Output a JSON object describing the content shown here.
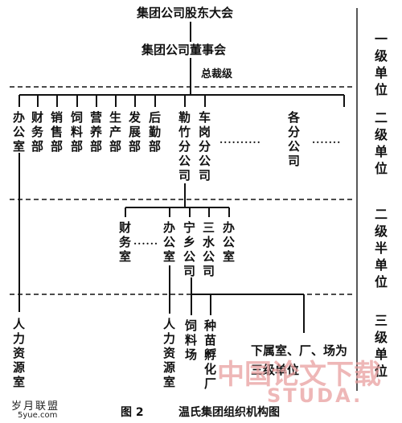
{
  "chart_data": {
    "type": "diagram",
    "title": "温氏集团组织机构图",
    "figure_label": "图 2",
    "levels": [
      "一级单位",
      "二级单位",
      "二级半单位",
      "三级单位"
    ],
    "nodes": {
      "shareholders": "集团公司股东大会",
      "board": "集团公司董事会",
      "president": "总裁级",
      "office": "办公室",
      "finance": "财务部",
      "sales": "销售部",
      "feed": "饲料部",
      "nutrition": "营养部",
      "production": "生产部",
      "development": "发展部",
      "logistics": "后勤部",
      "lezhu": "勒竹分公司",
      "chegang": "车岗分公司",
      "branches": "各分公司",
      "sub_finance": "财务室",
      "sub_office": "办公室",
      "ningxiang": "宁乡公司",
      "sanshui": "三水公司",
      "sub_office2": "办公室",
      "hr1": "人力资源室",
      "hr2": "人力资源室",
      "feedmill": "饲料场",
      "hatchery": "种苗孵化厂",
      "subunits": "下属室、厂、场为三级单位"
    },
    "edges": [
      [
        "shareholders",
        "board"
      ],
      [
        "board",
        "president"
      ],
      [
        "president",
        "office"
      ],
      [
        "president",
        "finance"
      ],
      [
        "president",
        "sales"
      ],
      [
        "president",
        "feed"
      ],
      [
        "president",
        "nutrition"
      ],
      [
        "president",
        "production"
      ],
      [
        "president",
        "development"
      ],
      [
        "president",
        "logistics"
      ],
      [
        "president",
        "lezhu"
      ],
      [
        "president",
        "chegang"
      ],
      [
        "president",
        "branches"
      ],
      [
        "office",
        "hr1"
      ],
      [
        "lezhu",
        "sub_finance"
      ],
      [
        "lezhu",
        "sub_office"
      ],
      [
        "lezhu",
        "ningxiang"
      ],
      [
        "lezhu",
        "sanshui"
      ],
      [
        "lezhu",
        "sub_office2"
      ],
      [
        "sub_office",
        "hr2"
      ],
      [
        "ningxiang",
        "feedmill"
      ],
      [
        "ningxiang",
        "hatchery"
      ],
      [
        "ningxiang",
        "subunits"
      ]
    ]
  },
  "watermark": {
    "cn": "中国论文下载",
    "en": "STUDA.",
    "color": "#e9a0a0"
  },
  "logo": {
    "name": "岁月联盟",
    "url": "5yue.com"
  }
}
